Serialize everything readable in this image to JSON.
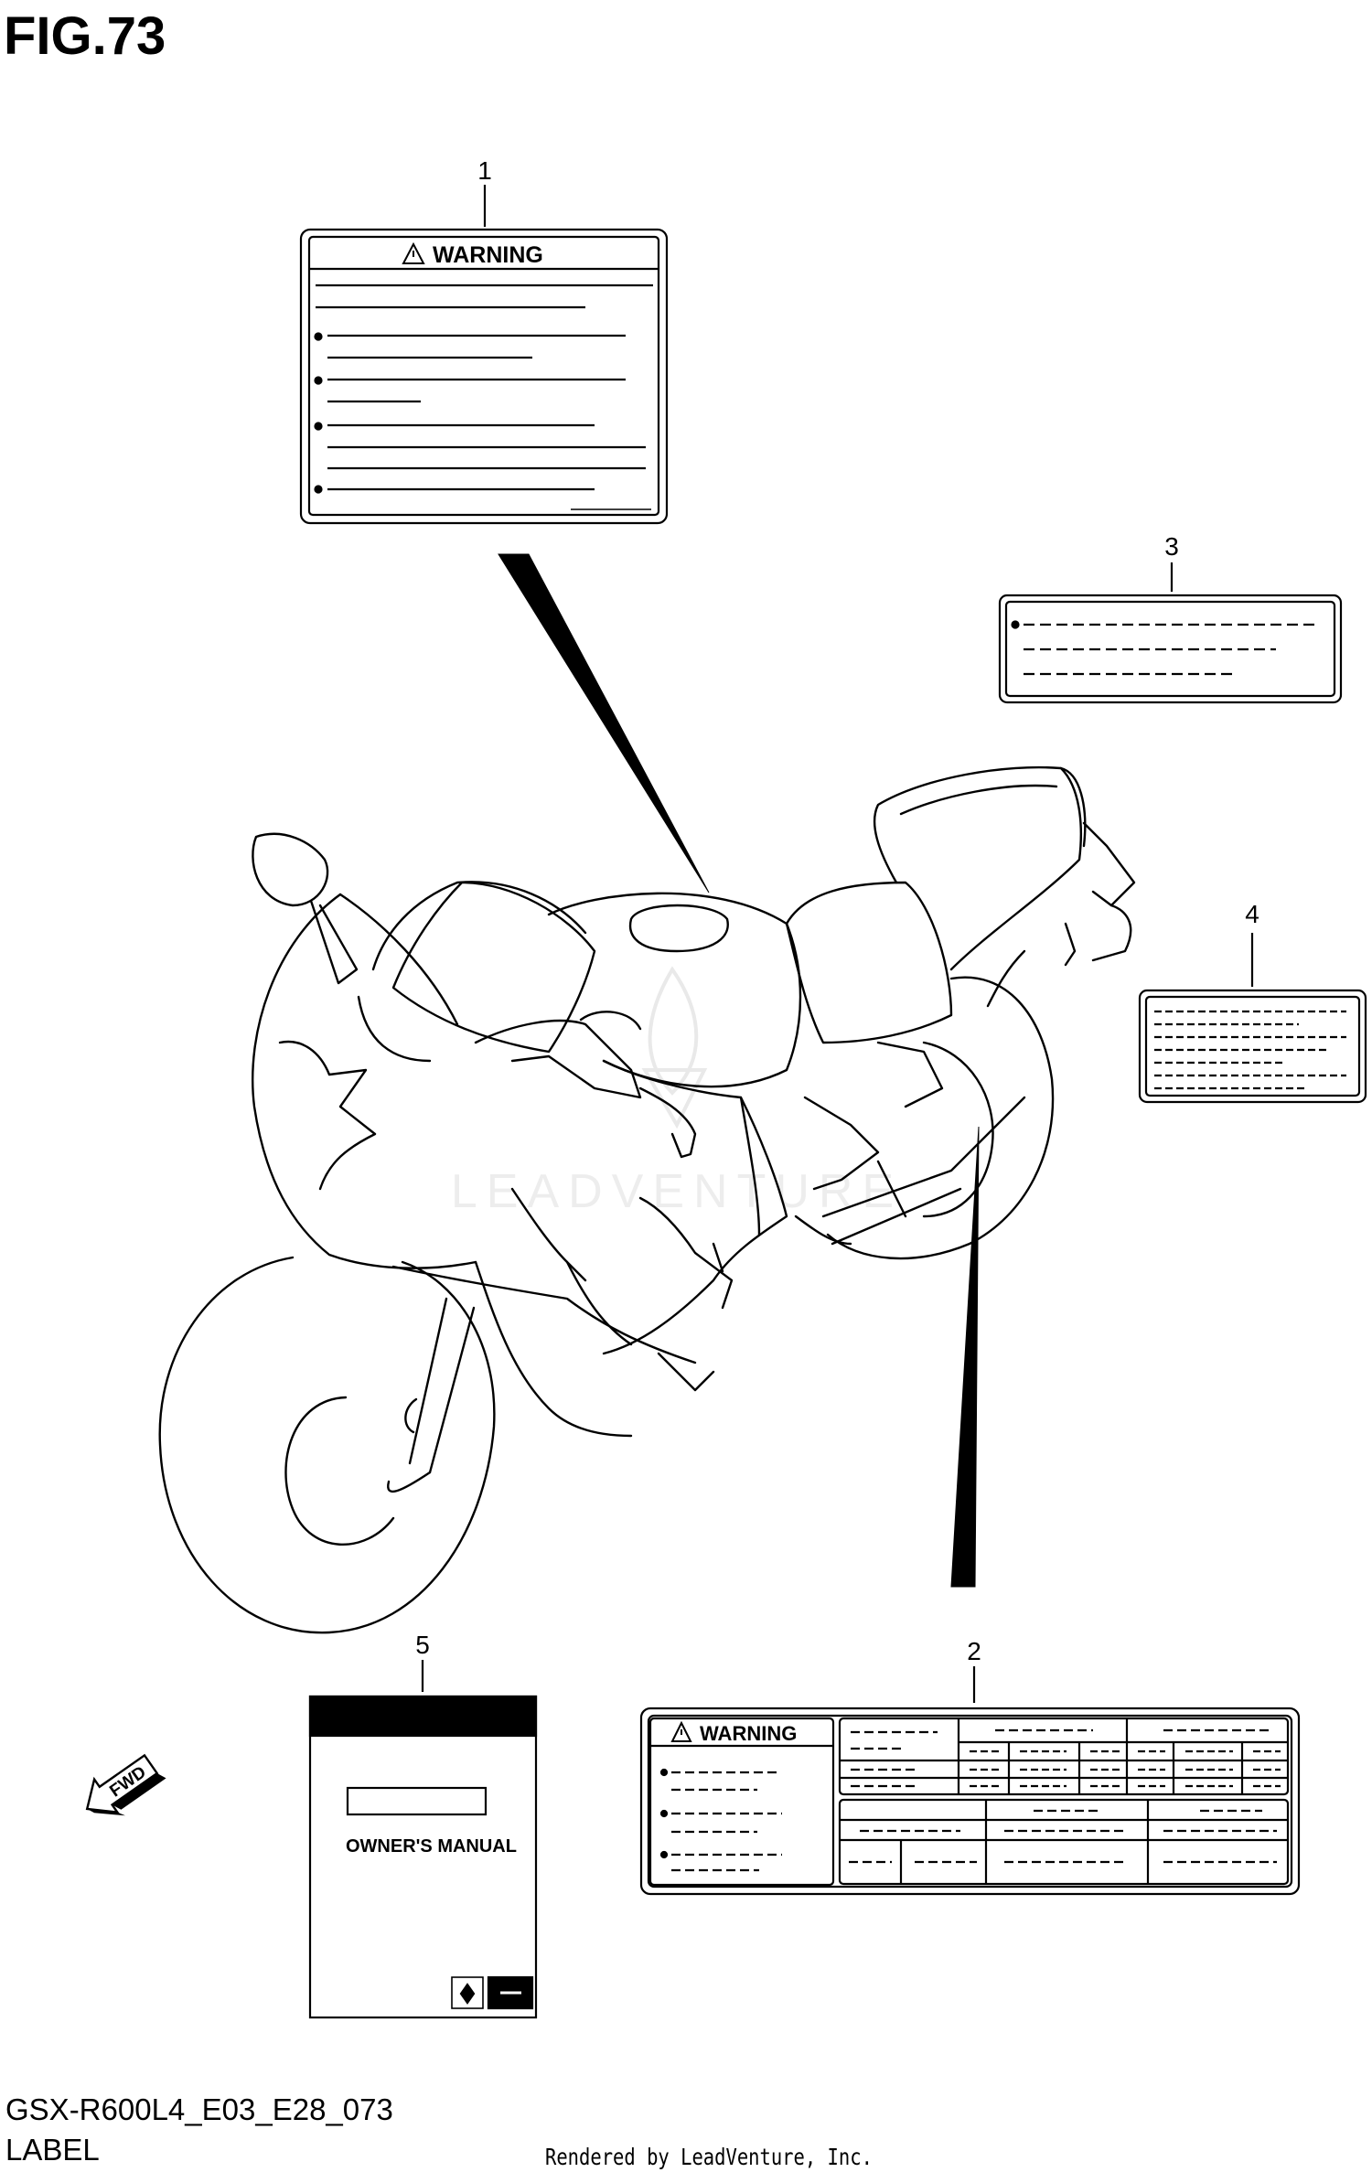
{
  "figure": {
    "title": "FIG.73",
    "model_code": "GSX-R600L4_E03_E28_073",
    "section": "LABEL",
    "rendered_by": "Rendered by LeadVenture, Inc."
  },
  "callouts": {
    "c1": "1",
    "c2": "2",
    "c3": "3",
    "c4": "4",
    "c5": "5"
  },
  "labels": {
    "warning_title": "WARNING",
    "warning_title_2": "WARNING",
    "manual_title": "OWNER'S MANUAL",
    "fwd": "FWD"
  },
  "watermark": {
    "text": "LEADVENTURE"
  },
  "colors": {
    "line": "#000000",
    "background": "#ffffff",
    "watermark": "#d8d8d8"
  }
}
